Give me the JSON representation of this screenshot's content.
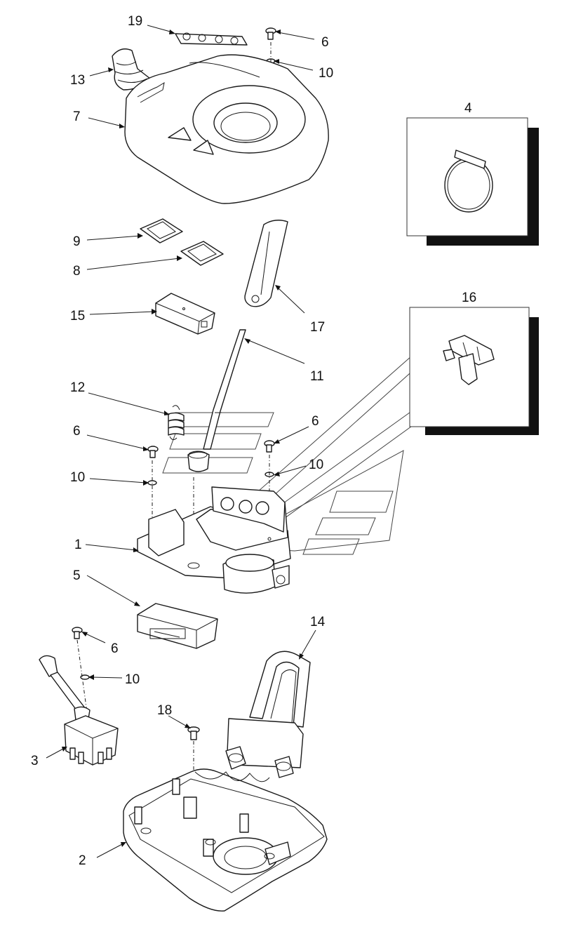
{
  "callouts": [
    {
      "id": "c19",
      "label": "19"
    },
    {
      "id": "c6a",
      "label": "6"
    },
    {
      "id": "c10a",
      "label": "10"
    },
    {
      "id": "c13",
      "label": "13"
    },
    {
      "id": "c7",
      "label": "7"
    },
    {
      "id": "c4",
      "label": "4"
    },
    {
      "id": "c9",
      "label": "9"
    },
    {
      "id": "c8",
      "label": "8"
    },
    {
      "id": "c17",
      "label": "17"
    },
    {
      "id": "c16",
      "label": "16"
    },
    {
      "id": "c15",
      "label": "15"
    },
    {
      "id": "c11",
      "label": "11"
    },
    {
      "id": "c12",
      "label": "12"
    },
    {
      "id": "c6b",
      "label": "6"
    },
    {
      "id": "c6c",
      "label": "6"
    },
    {
      "id": "c10b",
      "label": "10"
    },
    {
      "id": "c10c",
      "label": "10"
    },
    {
      "id": "c1",
      "label": "1"
    },
    {
      "id": "c5",
      "label": "5"
    },
    {
      "id": "c14",
      "label": "14"
    },
    {
      "id": "c6d",
      "label": "6"
    },
    {
      "id": "c10d",
      "label": "10"
    },
    {
      "id": "c18",
      "label": "18"
    },
    {
      "id": "c3",
      "label": "3"
    },
    {
      "id": "c2",
      "label": "2"
    }
  ],
  "colors": {
    "ink": "#1a1a1a",
    "background": "#ffffff",
    "shadow": "#111111"
  }
}
